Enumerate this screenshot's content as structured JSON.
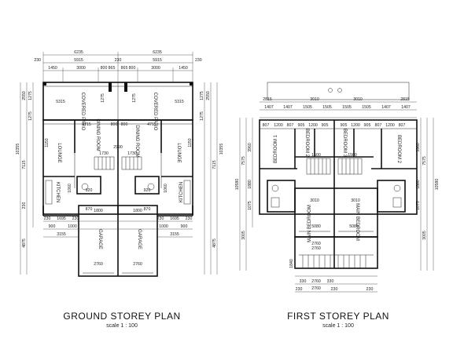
{
  "ground": {
    "title": "GROUND STOREY PLAN",
    "scale": "scale 1 : 100",
    "dims_top": [
      "6235",
      "6235",
      "5915",
      "5915",
      "230",
      "230",
      "230",
      "1450",
      "3000",
      "800",
      "865",
      "865",
      "800",
      "3000",
      "1450"
    ],
    "dims_left": [
      "1275",
      "2550",
      "1275",
      "10355",
      "7115",
      "230",
      "4875"
    ],
    "dims_right": [
      "1275",
      "2550",
      "1275",
      "10355",
      "7115",
      "4875"
    ],
    "dims_bottom": [
      "230",
      "1695",
      "230",
      "3155",
      "1800",
      "1800",
      "3155",
      "230",
      "1695",
      "230",
      "900",
      "1000",
      "1000",
      "900"
    ],
    "dims_inner": [
      "5315",
      "4715",
      "2990",
      "1730",
      "1730",
      "920",
      "920",
      "870",
      "870",
      "1150",
      "1150",
      "800",
      "800",
      "2760",
      "2760",
      "1060",
      "1060",
      "1275",
      "1275"
    ],
    "rooms": {
      "covered_patio_l": "COVERED PATIO",
      "covered_patio_r": "COVERED PATIO",
      "lounge_l": "LOUNGE",
      "lounge_r": "LOUNGE",
      "dining_l": "DINING ROOM",
      "dining_r": "DINING ROOM",
      "kitchen_l": "KITCHEN",
      "kitchen_r": "KITCHEN",
      "garage_l": "GARAGE",
      "garage_r": "GARAGE"
    }
  },
  "first": {
    "title": "FIRST STOREY PLAN",
    "scale": "scale 1 : 100",
    "dims_top": [
      "2815",
      "3010",
      "3010",
      "2815",
      "1407",
      "1407",
      "1505",
      "1505",
      "1505",
      "1505",
      "1407",
      "1407",
      "807",
      "1200",
      "807",
      "905",
      "1200",
      "905",
      "905",
      "1200",
      "905",
      "807",
      "1200",
      "807"
    ],
    "dims_left": [
      "3960",
      "7575",
      "10580",
      "1880",
      "1075",
      "3005"
    ],
    "dims_right": [
      "3960",
      "7575",
      "10580",
      "1880",
      "1075",
      "3005"
    ],
    "dims_bottom": [
      "2760",
      "1840",
      "330",
      "2760",
      "330",
      "230",
      "230",
      "2760",
      "230"
    ],
    "dims_inner": [
      "3010",
      "3010",
      "5080",
      "5080",
      "2760",
      "1500",
      "1500"
    ],
    "rooms": {
      "bedroom1_l": "BEDROOM 1",
      "bedroom2_l": "BEDROOM 2",
      "bedroom3_l": "BEDROOM 3",
      "bedroom2_r": "BEDROOM 2",
      "main_bed_l": "MAIN BEDROOM",
      "main_bed_r": "MAIN BEDROOM"
    }
  }
}
